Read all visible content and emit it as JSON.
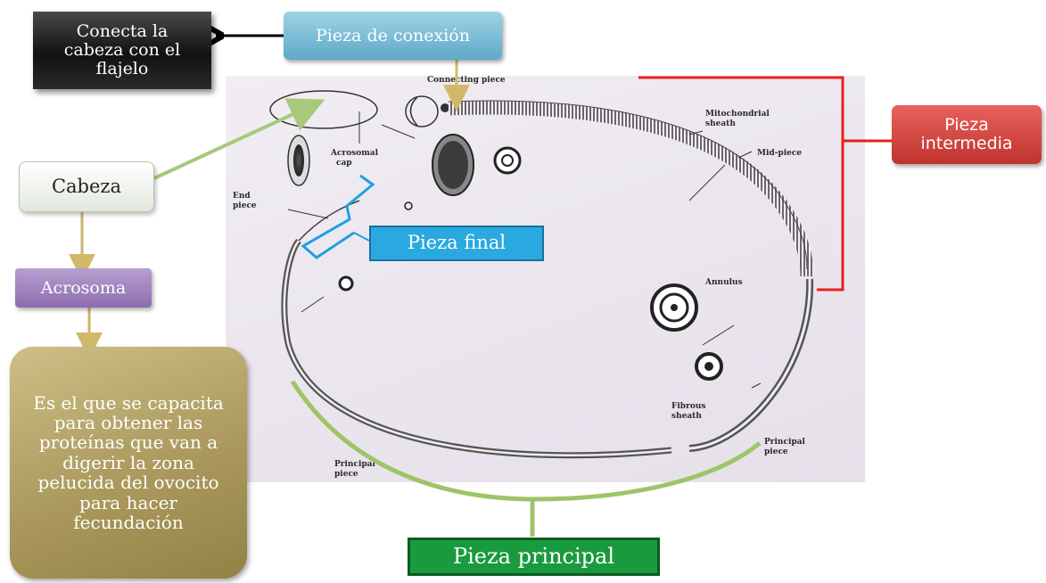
{
  "annotations": {
    "connects": "Conecta la cabeza con el flajelo",
    "connecting_piece": "Pieza de conexión",
    "midpiece": "Pieza intermedia",
    "head": "Cabeza",
    "acrosome": "Acrosoma",
    "acrosome_desc": "Es el que se capacita para obtener las proteínas que van a digerir la zona pelucida del ovocito para hacer fecundación",
    "end_piece": "Pieza final",
    "principal_piece": "Pieza principal"
  },
  "diagram_labels": {
    "connecting_piece": "Connecting piece",
    "mitochondrial_sheath_1": "Mitochondrial",
    "mitochondrial_sheath_2": "sheath",
    "mid_piece": "Mid-piece",
    "acrosomal_cap_1": "Acrosomal",
    "acrosomal_cap_2": "cap",
    "end_piece_1": "End",
    "end_piece_2": "piece",
    "annulus": "Annulus",
    "fibrous_sheath_1": "Fibrous",
    "fibrous_sheath_2": "sheath",
    "principal_piece_right_1": "Principal",
    "principal_piece_right_2": "piece",
    "principal_piece_left_1": "Principal",
    "principal_piece_left_2": "piece"
  },
  "colors": {
    "midpiece_bracket": "#e8201c",
    "end_piece_bracket": "#1ea0e0",
    "principal_arc": "#9ec468",
    "head_arrow": "#a6c97b",
    "acrosome_arrow": "#c8b46e"
  }
}
